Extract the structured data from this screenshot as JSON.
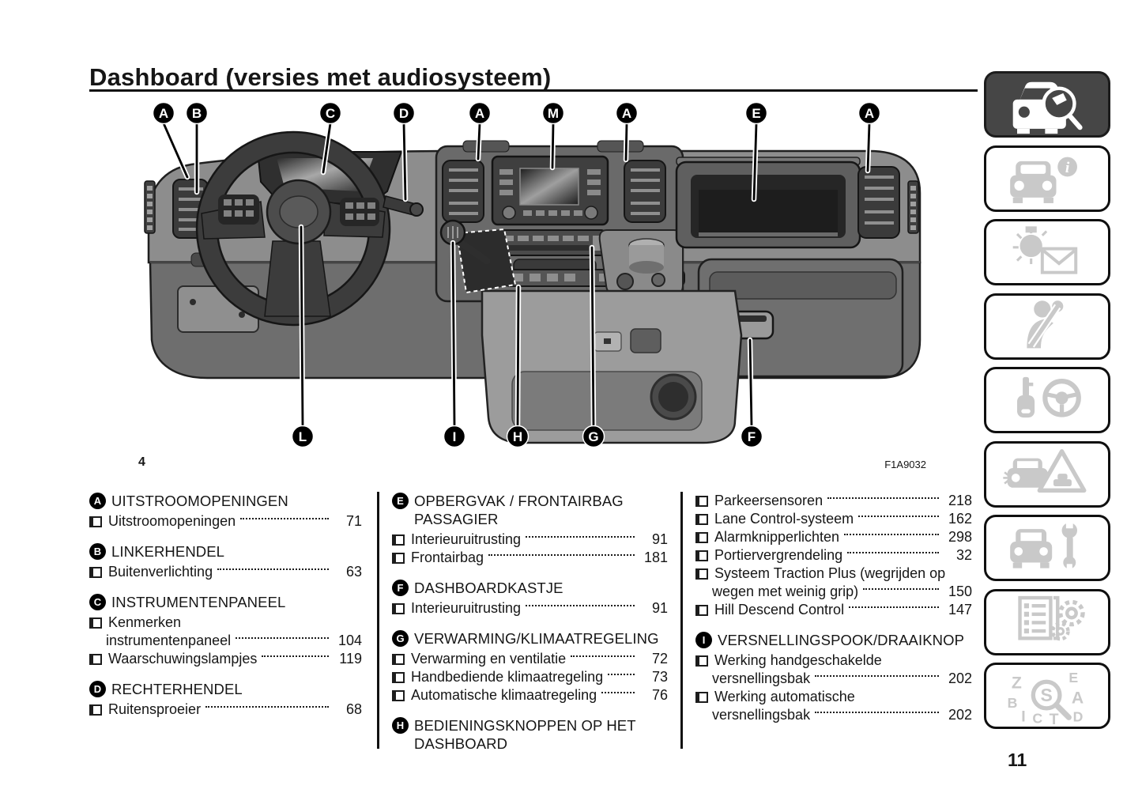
{
  "page": {
    "title": "Dashboard (versies met audiosysteem)",
    "figure_number": "4",
    "figure_code": "F1A9032",
    "page_number": "11"
  },
  "callouts": {
    "top": [
      {
        "letter": "A"
      },
      {
        "letter": "B"
      },
      {
        "letter": "C"
      },
      {
        "letter": "D"
      },
      {
        "letter": "A"
      },
      {
        "letter": "M"
      },
      {
        "letter": "A"
      },
      {
        "letter": "E"
      },
      {
        "letter": "A"
      }
    ],
    "bottom": [
      {
        "letter": "L"
      },
      {
        "letter": "I"
      },
      {
        "letter": "H"
      },
      {
        "letter": "G"
      },
      {
        "letter": "F"
      }
    ]
  },
  "index": {
    "col1": [
      {
        "letter": "A",
        "title": "UITSTROOMOPENINGEN",
        "items": [
          {
            "line1": "Uitstroomopeningen",
            "page": "71"
          }
        ]
      },
      {
        "letter": "B",
        "title": "LINKERHENDEL",
        "items": [
          {
            "line1": "Buitenverlichting",
            "page": "63"
          }
        ]
      },
      {
        "letter": "C",
        "title": "INSTRUMENTENPANEEL",
        "items": [
          {
            "line1": "Kenmerken",
            "line2": "instrumentenpaneel",
            "page": "104"
          },
          {
            "line1": "Waarschuwingslampjes",
            "page": "119"
          }
        ]
      },
      {
        "letter": "D",
        "title": "RECHTERHENDEL",
        "items": [
          {
            "line1": "Ruitensproeier",
            "page": "68"
          }
        ]
      }
    ],
    "col2": [
      {
        "letter": "E",
        "title_line1": "OPBERGVAK / FRONTAIRBAG",
        "title_line2": "PASSAGIER",
        "items": [
          {
            "line1": "Interieuruitrusting",
            "page": "91"
          },
          {
            "line1": "Frontairbag",
            "page": "181"
          }
        ]
      },
      {
        "letter": "F",
        "title": "DASHBOARDKASTJE",
        "items": [
          {
            "line1": "Interieuruitrusting",
            "page": "91"
          }
        ]
      },
      {
        "letter": "G",
        "title": "VERWARMING/KLIMAATREGELING",
        "items": [
          {
            "line1": "Verwarming en ventilatie",
            "page": "72"
          },
          {
            "line1": "Handbediende klimaatregeling",
            "page": "73"
          },
          {
            "line1": "Automatische klimaatregeling",
            "page": "76"
          }
        ]
      },
      {
        "letter": "H",
        "title_line1": "BEDIENINGSKNOPPEN OP HET",
        "title_line2": "DASHBOARD",
        "items": []
      }
    ],
    "col3": {
      "continuation_items": [
        {
          "line1": "Parkeersensoren",
          "page": "218"
        },
        {
          "line1": "Lane Control-systeem",
          "page": "162"
        },
        {
          "line1": "Alarmknipperlichten",
          "page": "298"
        },
        {
          "line1": "Portiervergrendeling",
          "page": "32"
        },
        {
          "line1": "Systeem Traction Plus (wegrijden op",
          "line2": "wegen met weinig grip)",
          "page": "150"
        },
        {
          "line1": "Hill Descend Control",
          "page": "147"
        }
      ],
      "sections": [
        {
          "letter": "I",
          "title": "VERSNELLINGSPOOK/DRAAIKNOP",
          "items": [
            {
              "line1": "Werking handgeschakelde",
              "line2": "versnellingsbak",
              "page": "202"
            },
            {
              "line1": "Werking automatische",
              "line2": "versnellingsbak",
              "page": "202"
            }
          ]
        }
      ]
    }
  },
  "sidebar": {
    "tabs": [
      {
        "icon": "car-magnifier-icon",
        "active": true
      },
      {
        "icon": "car-info-icon",
        "active": false
      },
      {
        "icon": "bulb-envelope-icon",
        "active": false
      },
      {
        "icon": "seatbelt-person-icon",
        "active": false
      },
      {
        "icon": "key-steering-wheel-icon",
        "active": false
      },
      {
        "icon": "car-warning-triangle-icon",
        "active": false
      },
      {
        "icon": "car-wrench-icon",
        "active": false
      },
      {
        "icon": "list-gears-icon",
        "active": false
      },
      {
        "icon": "letters-magnifier-icon",
        "active": false
      }
    ]
  },
  "colors": {
    "ink": "#111111",
    "tile_active_bg": "#464646",
    "tile_icon_gray": "#c9c9c9"
  }
}
